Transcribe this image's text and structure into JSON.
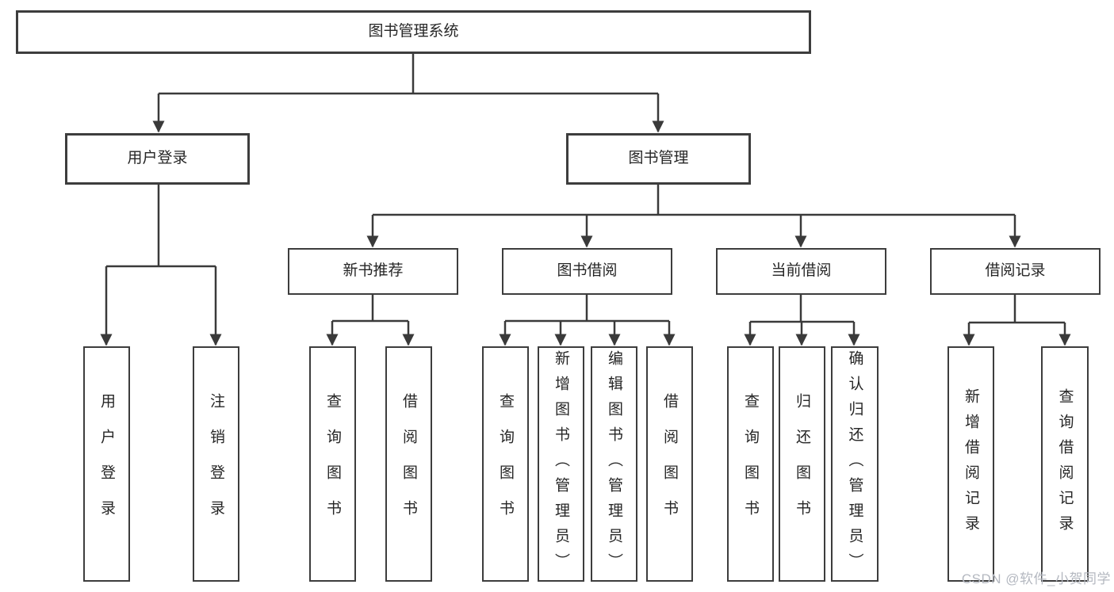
{
  "nodes": {
    "root": {
      "label": "图书管理系统"
    },
    "level2": [
      {
        "label": "用户登录"
      },
      {
        "label": "图书管理"
      }
    ],
    "level3": [
      {
        "label": "新书推荐"
      },
      {
        "label": "图书借阅"
      },
      {
        "label": "当前借阅"
      },
      {
        "label": "借阅记录"
      }
    ],
    "leaves": [
      {
        "label": "用户登录"
      },
      {
        "label": "注销登录"
      },
      {
        "label": "查询图书"
      },
      {
        "label": "借阅图书"
      },
      {
        "label": "查询图书"
      },
      {
        "label": "新增图书（管理员）"
      },
      {
        "label": "编辑图书（管理员）"
      },
      {
        "label": "借阅图书"
      },
      {
        "label": "查询图书"
      },
      {
        "label": "归还图书"
      },
      {
        "label": "确认归还（管理员）"
      },
      {
        "label": "新增借阅记录"
      },
      {
        "label": "查询借阅记录"
      }
    ]
  },
  "colors": {
    "line": "#3a3a3a",
    "border": "#3d3d3d",
    "text": "#262626",
    "background": "#ffffff",
    "watermark": "#b4b8c0"
  },
  "watermark": {
    "text": "CSDN @软件_小贺同学"
  }
}
